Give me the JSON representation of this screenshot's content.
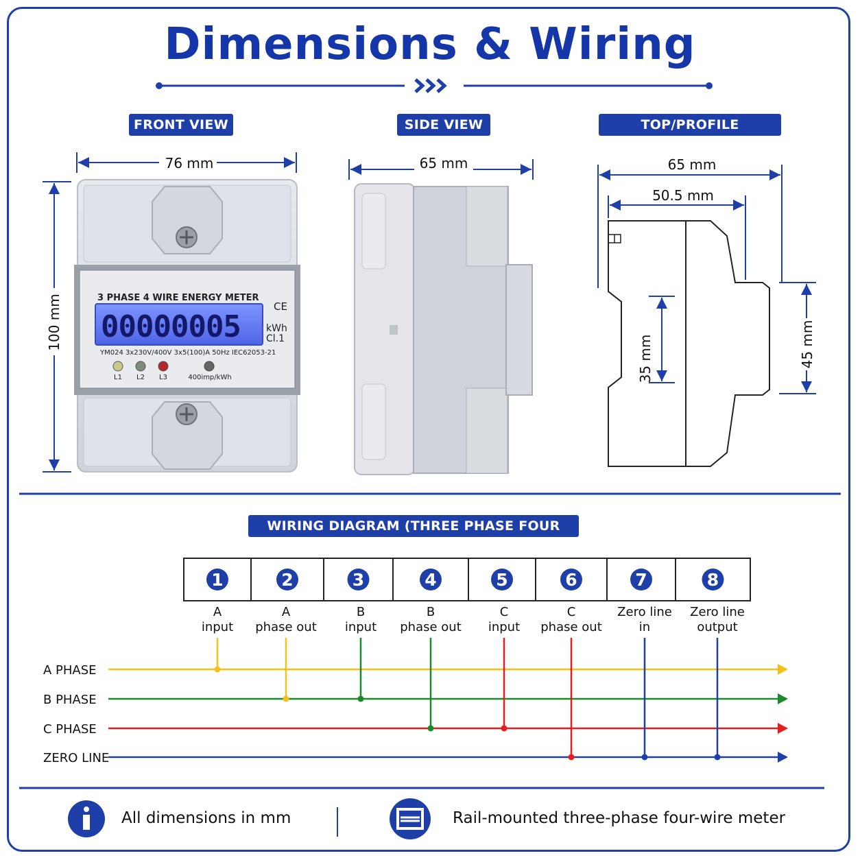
{
  "title": "Dimensions & Wiring",
  "sections": {
    "front": "FRONT VIEW",
    "side": "SIDE VIEW",
    "top": "TOP/PROFILE DIMENSIONS",
    "wiring": "WIRING DIAGRAM (THREE PHASE FOUR WIRE)"
  },
  "dimensions": {
    "front_width": "76 mm",
    "front_height": "100 mm",
    "side_depth": "65 mm",
    "profile_depth": "65 mm",
    "profile_inner": "50.5 mm",
    "rail_35": "35 mm",
    "rail_45": "45 mm"
  },
  "meter": {
    "title": "3 PHASE  4 WIRE ENERGY METER",
    "reading": "00000005",
    "unit": "kWh",
    "class": "Cl.1",
    "ce": "CE",
    "specs": "YM024  3x230V/400V  3x5(100)A  50Hz  IEC62053-21",
    "leds": [
      "L1",
      "L2",
      "L3"
    ],
    "imp": "400imp/kWh"
  },
  "terminals": [
    {
      "num": "1",
      "line1": "A",
      "line2": "input"
    },
    {
      "num": "2",
      "line1": "A",
      "line2": "phase out"
    },
    {
      "num": "3",
      "line1": "B",
      "line2": "input"
    },
    {
      "num": "4",
      "line1": "B",
      "line2": "phase out"
    },
    {
      "num": "5",
      "line1": "C",
      "line2": "input"
    },
    {
      "num": "6",
      "line1": "C",
      "line2": "phase out"
    },
    {
      "num": "7",
      "line1": "Zero line",
      "line2": "in"
    },
    {
      "num": "8",
      "line1": "Zero line",
      "line2": "output"
    }
  ],
  "phases": [
    "A PHASE",
    "B PHASE",
    "C PHASE",
    "ZERO LINE"
  ],
  "colors": {
    "a": "#f2c21b",
    "b": "#1a8a2a",
    "c": "#e51d1d",
    "n": "#1f3fa8",
    "brand": "#1f3fa8"
  },
  "footer": {
    "left": "All dimensions in mm",
    "right": "Rail-mounted three-phase four-wire meter",
    "left_icon": "info-icon",
    "right_icon": "din-rail-icon"
  }
}
